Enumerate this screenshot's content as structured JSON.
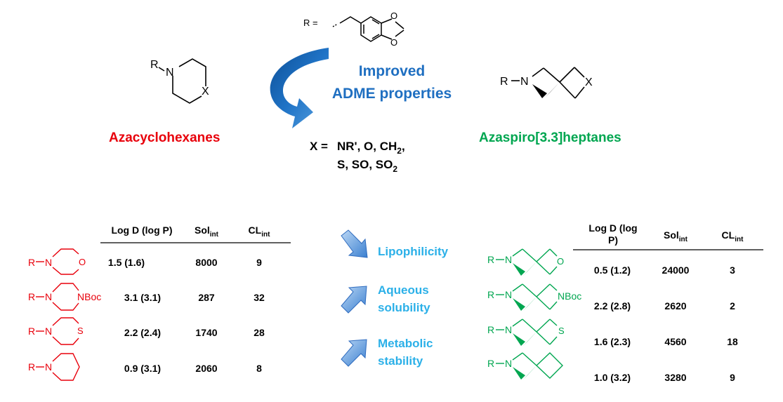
{
  "colors": {
    "red": "#e8000b",
    "green": "#00a650",
    "blue_title": "#1f6fc1",
    "cyan": "#2bb0e8",
    "black": "#000000"
  },
  "header": {
    "r_eq": "R =",
    "improved_line1": "Improved",
    "improved_line2": "ADME properties",
    "azacyclohexanes": "Azacyclohexanes",
    "azaspiro": "Azaspiro[3.3]heptanes",
    "left_struct": {
      "r": "R",
      "n": "N",
      "x": "X"
    },
    "right_struct": {
      "r": "R",
      "n": "N",
      "x": "X"
    },
    "x_eq": {
      "prefix": "X =",
      "line1a": "NR', O, CH",
      "line1sub": "2",
      "line1b": ",",
      "line2a": "S, SO, SO",
      "line2sub": "2"
    }
  },
  "properties": [
    {
      "label_line1": "Lipophilicity",
      "label_line2": "",
      "arrow_icon": "arrow-down-right-icon"
    },
    {
      "label_line1": "Aqueous",
      "label_line2": "solubility",
      "arrow_icon": "arrow-up-right-icon"
    },
    {
      "label_line1": "Metabolic",
      "label_line2": "stability",
      "arrow_icon": "arrow-up-right-icon"
    }
  ],
  "left_table": {
    "headers": {
      "logd": "Log D (log P)",
      "sol": "Sol",
      "sol_sub": "int",
      "cl": "CL",
      "cl_sub": "int"
    },
    "rows": [
      {
        "r": "R",
        "n": "N",
        "het": "O",
        "logd": "1.5 (1.6)",
        "sol": "8000",
        "cl": "9"
      },
      {
        "r": "R",
        "n": "N",
        "het": "NBoc",
        "logd": "3.1 (3.1)",
        "sol": "287",
        "cl": "32"
      },
      {
        "r": "R",
        "n": "N",
        "het": "S",
        "logd": "2.2 (2.4)",
        "sol": "1740",
        "cl": "28"
      },
      {
        "r": "R",
        "n": "N",
        "het": "",
        "logd": "0.9 (3.1)",
        "sol": "2060",
        "cl": "8"
      }
    ]
  },
  "right_table": {
    "headers": {
      "logd_line1": "Log D (log",
      "logd_line2": "P)",
      "sol": "Sol",
      "sol_sub": "int",
      "cl": "CL",
      "cl_sub": "int"
    },
    "rows": [
      {
        "r": "R",
        "n": "N",
        "het": "O",
        "logd": "0.5 (1.2)",
        "sol": "24000",
        "cl": "3"
      },
      {
        "r": "R",
        "n": "N",
        "het": "NBoc",
        "logd": "2.2 (2.8)",
        "sol": "2620",
        "cl": "2"
      },
      {
        "r": "R",
        "n": "N",
        "het": "S",
        "logd": "1.6 (2.3)",
        "sol": "4560",
        "cl": "18"
      },
      {
        "r": "R",
        "n": "N",
        "het": "",
        "logd": "1.0 (3.2)",
        "sol": "3280",
        "cl": "9"
      }
    ]
  }
}
